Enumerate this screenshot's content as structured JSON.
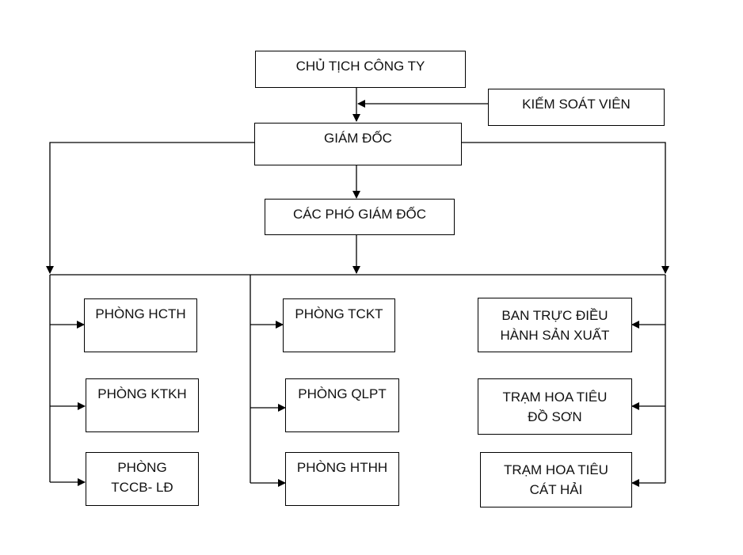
{
  "nodes": {
    "chu_tich": "CHỦ TỊCH CÔNG TY",
    "kiem_soat_vien": "KIẾM SOÁT VIÊN",
    "giam_doc": "GIÁM ĐỐC",
    "pho_giam_doc": "CÁC PHÓ GIÁM ĐỐC",
    "phong_hcth": "PHÒNG HCTH",
    "phong_ktkh": "PHÒNG KTKH",
    "phong_tccb_ld": "PHÒNG\nTCCB- LĐ",
    "phong_tckt": "PHÒNG TCKT",
    "phong_qlpt": "PHÒNG QLPT",
    "phong_hthh": "PHÒNG HTHH",
    "ban_truc_dieu_hanh": "BAN TRỰC ĐIỀU\nHÀNH SẢN XUẤT",
    "tram_do_son": "TRẠM HOA TIÊU\nĐỒ SƠN",
    "tram_cat_hai": "TRẠM HOA TIÊU\nCÁT HẢI"
  },
  "colors": {
    "line": "#000000",
    "box_border": "#000000",
    "text": "#111111"
  }
}
